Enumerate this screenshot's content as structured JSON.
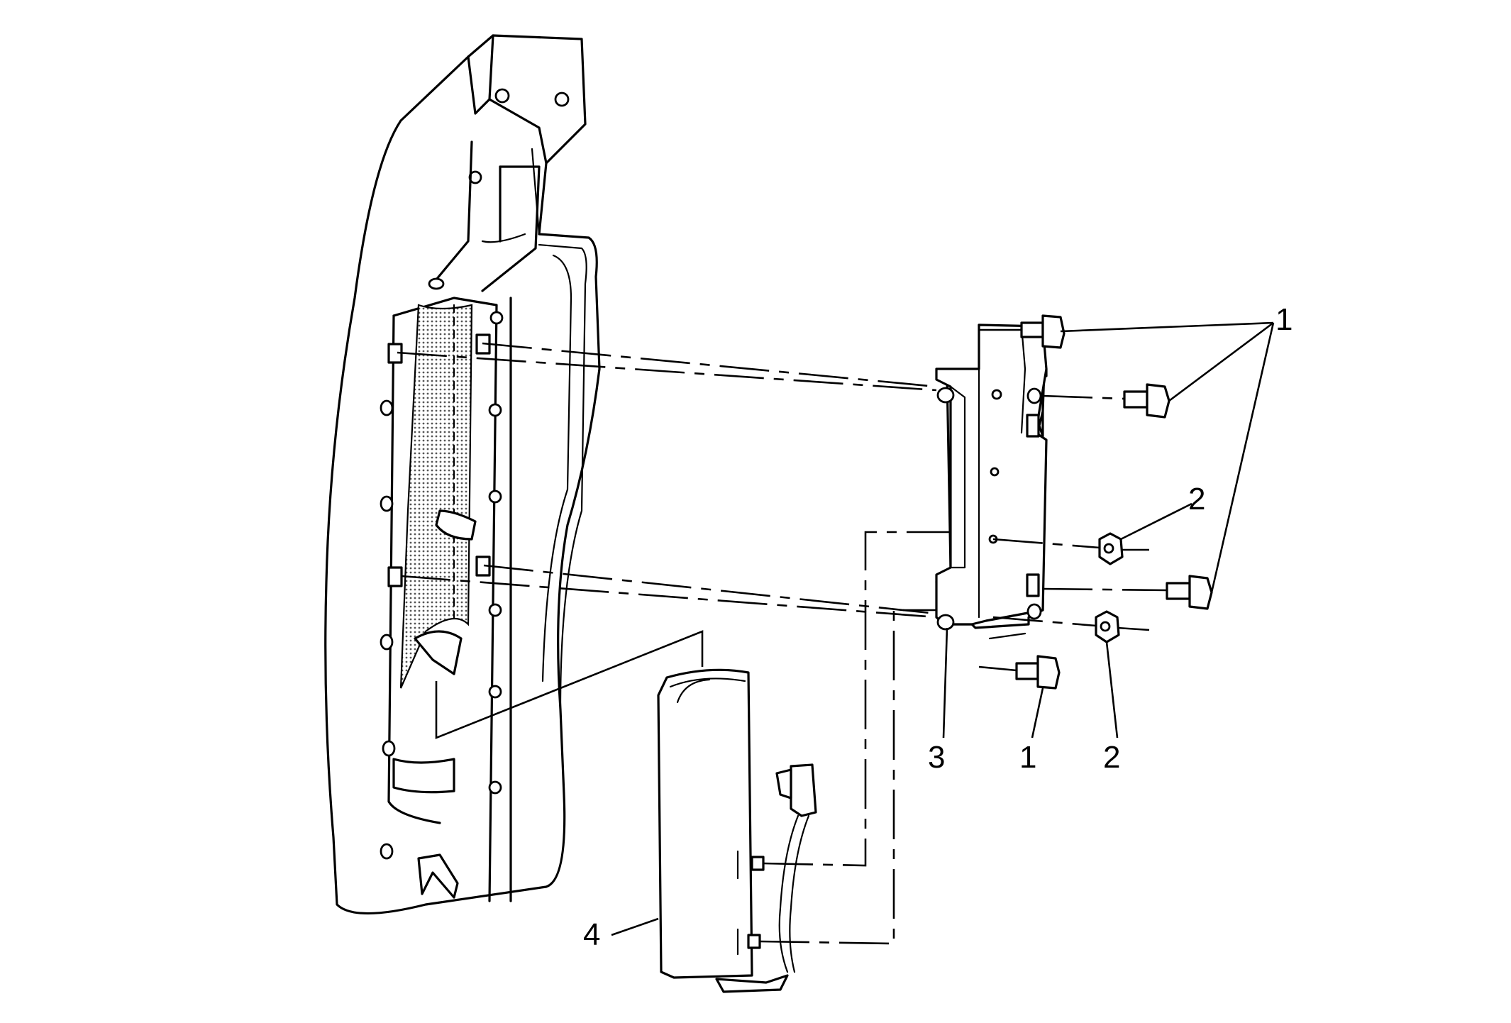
{
  "callouts": {
    "c1_top": "1",
    "c2_mid": "2",
    "c3": "3",
    "c1_bottom": "1",
    "c2_bottom": "2",
    "c4": "4"
  },
  "colors": {
    "line": "#000000",
    "background": "#ffffff",
    "mesh": "#c8c8c8"
  }
}
